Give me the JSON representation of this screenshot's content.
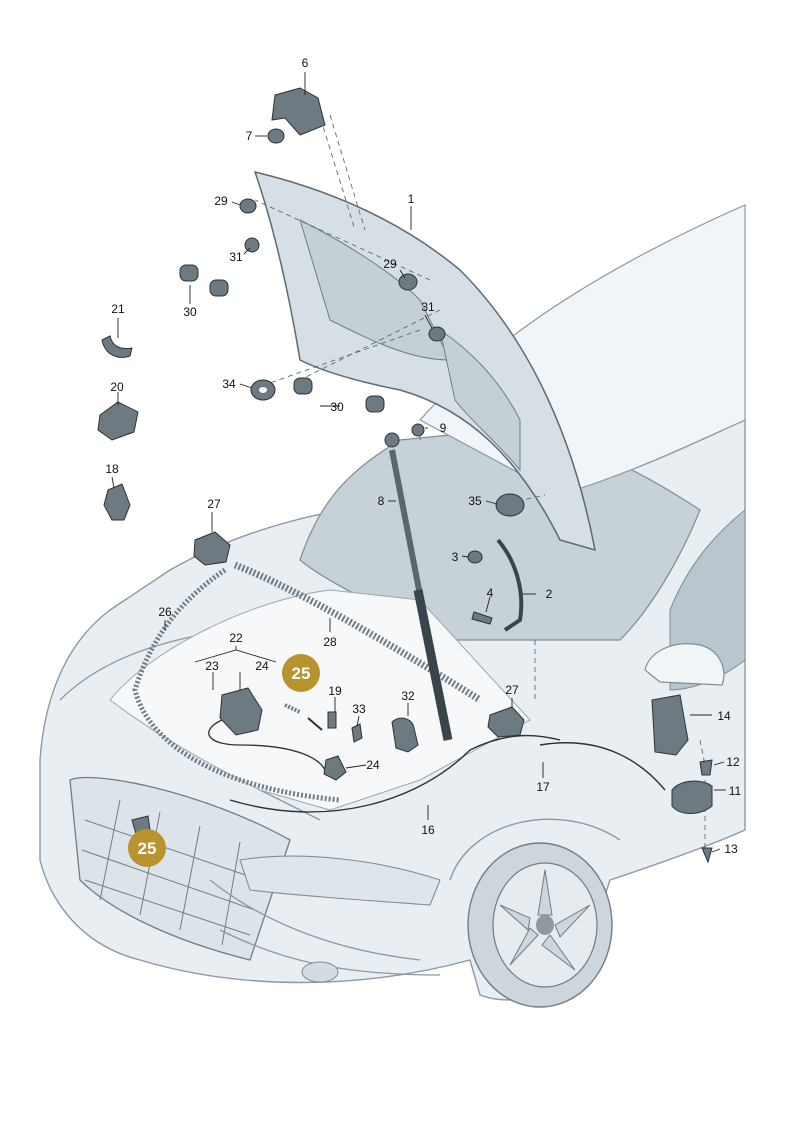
{
  "diagram": {
    "callouts": [
      "1",
      "2",
      "3",
      "4",
      "6",
      "7",
      "8",
      "9",
      "11",
      "12",
      "13",
      "14",
      "16",
      "17",
      "18",
      "19",
      "20",
      "21",
      "22",
      "23",
      "24",
      "24",
      "26",
      "27",
      "27",
      "28",
      "29",
      "29",
      "30",
      "30",
      "31",
      "31",
      "32",
      "33",
      "34",
      "35"
    ],
    "highlighted_callouts": [
      "25",
      "25"
    ],
    "colors": {
      "body_fill": "#e9eef2",
      "body_line": "#8a99a6",
      "glass": "#b9c6ce",
      "part_dark": "#6e7a82",
      "highlight": "#b8932e"
    }
  }
}
